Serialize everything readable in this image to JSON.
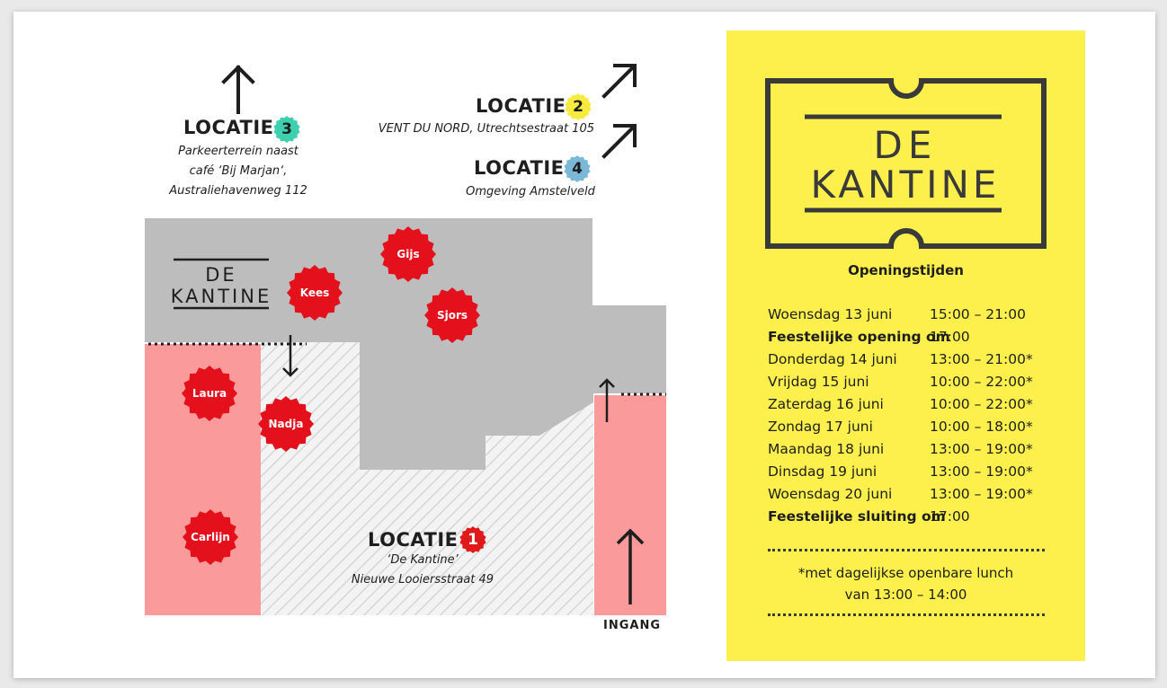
{
  "locations": {
    "loc1": {
      "label": "LOCATIE",
      "number": "1",
      "color": "#e01a1a",
      "number_color": "#ffffff",
      "address": [
        "‘De Kantine’",
        "Nieuwe Looiersstraat 49"
      ]
    },
    "loc2": {
      "label": "LOCATIE",
      "number": "2",
      "color": "#f7eb3f",
      "number_color": "#1e1e1e",
      "address": [
        "VENT DU NORD, Utrechtsestraat 105"
      ]
    },
    "loc3": {
      "label": "LOCATIE",
      "number": "3",
      "color": "#3dcfae",
      "number_color": "#1e1e1e",
      "address": [
        "Parkeerterrein naast",
        "café ‘Bij Marjan‘,",
        "Australiehavenweg 112"
      ]
    },
    "loc4": {
      "label": "LOCATIE",
      "number": "4",
      "color": "#7bb8d8",
      "number_color": "#1e1e1e",
      "address": [
        "Omgeving Amstelveld"
      ]
    }
  },
  "map": {
    "logo_line1": "DE",
    "logo_line2": "KANTINE",
    "entrance_label": "INGANG",
    "colors": {
      "building": "#bdbdbd",
      "zone": "#fa9a9a",
      "courtyard": "#f2f2f2",
      "stars": "#e4101c"
    },
    "stands": [
      "Gijs",
      "Kees",
      "Sjors",
      "Laura",
      "Nadja",
      "Carlijn"
    ]
  },
  "panel": {
    "background": "#fdf04d",
    "logo_line1": "DE",
    "logo_line2": "KANTINE",
    "hours_title": "Openingstijden",
    "schedule": [
      {
        "day": "Woensdag 13 juni",
        "time": "15:00 – 21:00",
        "bold": false
      },
      {
        "day": "Feestelijke opening om",
        "time": "17:00",
        "bold": true
      },
      {
        "day": "Donderdag 14 juni",
        "time": "13:00 – 21:00*",
        "bold": false
      },
      {
        "day": "Vrijdag 15 juni",
        "time": "10:00 – 22:00*",
        "bold": false
      },
      {
        "day": "Zaterdag 16 juni",
        "time": "10:00 – 22:00*",
        "bold": false
      },
      {
        "day": "Zondag 17 juni",
        "time": "10:00 – 18:00*",
        "bold": false
      },
      {
        "day": "Maandag 18 juni",
        "time": "13:00 – 19:00*",
        "bold": false
      },
      {
        "day": "Dinsdag 19 juni",
        "time": "13:00 – 19:00*",
        "bold": false
      },
      {
        "day": "Woensdag 20 juni",
        "time": "13:00 – 19:00*",
        "bold": false
      },
      {
        "day": "Feestelijke sluiting om",
        "time": "17:00",
        "bold": true
      }
    ],
    "footnote": [
      "*met dagelijkse openbare lunch",
      "van 13:00 – 14:00"
    ]
  }
}
